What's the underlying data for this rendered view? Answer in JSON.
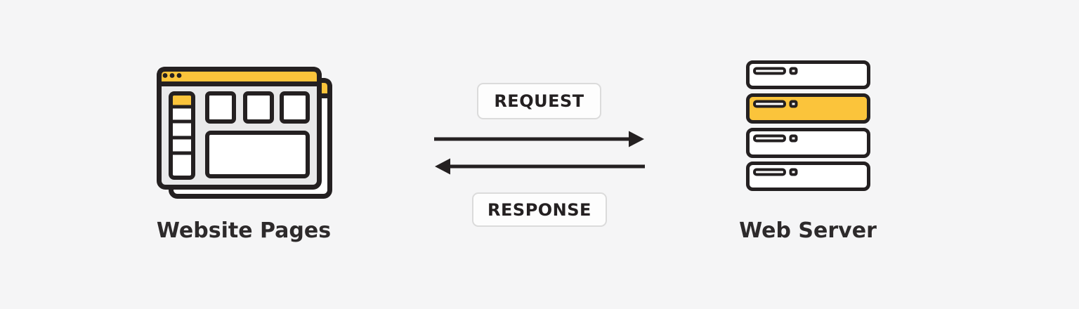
{
  "diagram": {
    "client": {
      "label": "Website Pages"
    },
    "server": {
      "label": "Web Server",
      "rack_units": 4,
      "highlighted_unit": 2
    },
    "request": {
      "label": "REQUEST",
      "direction": "client-to-server"
    },
    "response": {
      "label": "RESPONSE",
      "direction": "server-to-client"
    }
  },
  "icons": {
    "client": "browser-windows-icon",
    "server": "server-rack-icon",
    "request": "arrow-right-icon",
    "response": "arrow-left-icon"
  },
  "colors": {
    "background": "#F5F5F6",
    "accent": "#FBC43B",
    "ink": "#242021",
    "panel": "#E9E9EA",
    "badge-bg": "#FDFDFD",
    "badge-border": "#DBDBDB",
    "text": "#2D2A2B"
  }
}
